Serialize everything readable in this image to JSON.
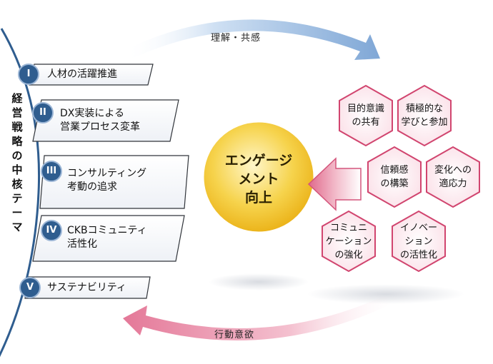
{
  "axis_title": "経営戦略の中核テーマ",
  "top_arrow_label": "理解・共感",
  "bottom_arrow_label": "行動意欲",
  "core": {
    "lines": [
      "エンゲージ",
      "メント",
      "向上"
    ]
  },
  "pillars": [
    {
      "num": "I",
      "lines": [
        "人材の活躍推進"
      ]
    },
    {
      "num": "II",
      "lines": [
        "DX実装による",
        "営業プロセス変革"
      ]
    },
    {
      "num": "III",
      "lines": [
        "コンサルティング",
        "考動の追求"
      ]
    },
    {
      "num": "IV",
      "lines": [
        "CKBコミュニティ",
        "活性化"
      ]
    },
    {
      "num": "V",
      "lines": [
        "サステナビリティ"
      ]
    }
  ],
  "factors": [
    {
      "lines": [
        "目的意識",
        "の共有"
      ]
    },
    {
      "lines": [
        "積極的な",
        "学びと参加"
      ]
    },
    {
      "lines": [
        "信頼感",
        "の構築"
      ]
    },
    {
      "lines": [
        "変化への",
        "適応力"
      ]
    },
    {
      "lines": [
        "コミュニ",
        "ケーション",
        "の強化"
      ]
    },
    {
      "lines": [
        "イノベー",
        "ション",
        "の活性化"
      ]
    }
  ],
  "colors": {
    "pillar_circle": "#2f5d8f",
    "hex_border": "#d1456f",
    "core": "#f3c22a",
    "arrow_top": "#7fa7d6",
    "arrow_bottom": "#e47898"
  }
}
